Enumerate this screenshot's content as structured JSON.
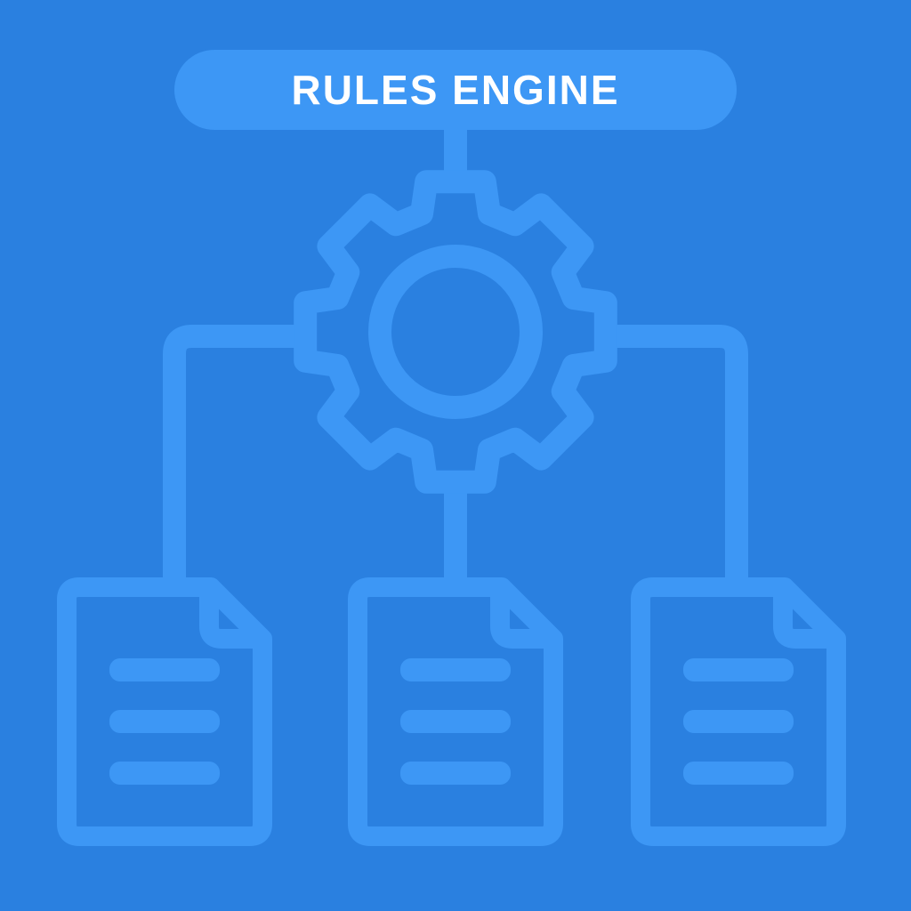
{
  "diagram": {
    "title": "RULES ENGINE",
    "colors": {
      "background": "#2a80e0",
      "shape": "#3d97f5",
      "title_text": "#ffffff"
    },
    "nodes": {
      "header": {
        "label": "RULES ENGINE",
        "shape": "rounded-pill"
      },
      "processor": {
        "icon": "gear-icon"
      },
      "outputs": [
        {
          "icon": "document-icon",
          "text_lines": 3
        },
        {
          "icon": "document-icon",
          "text_lines": 3
        },
        {
          "icon": "document-icon",
          "text_lines": 3
        }
      ]
    },
    "connectors": [
      {
        "from": "header",
        "to": "processor"
      },
      {
        "from": "processor",
        "to": "output-left"
      },
      {
        "from": "processor",
        "to": "output-middle"
      },
      {
        "from": "processor",
        "to": "output-right"
      }
    ]
  }
}
